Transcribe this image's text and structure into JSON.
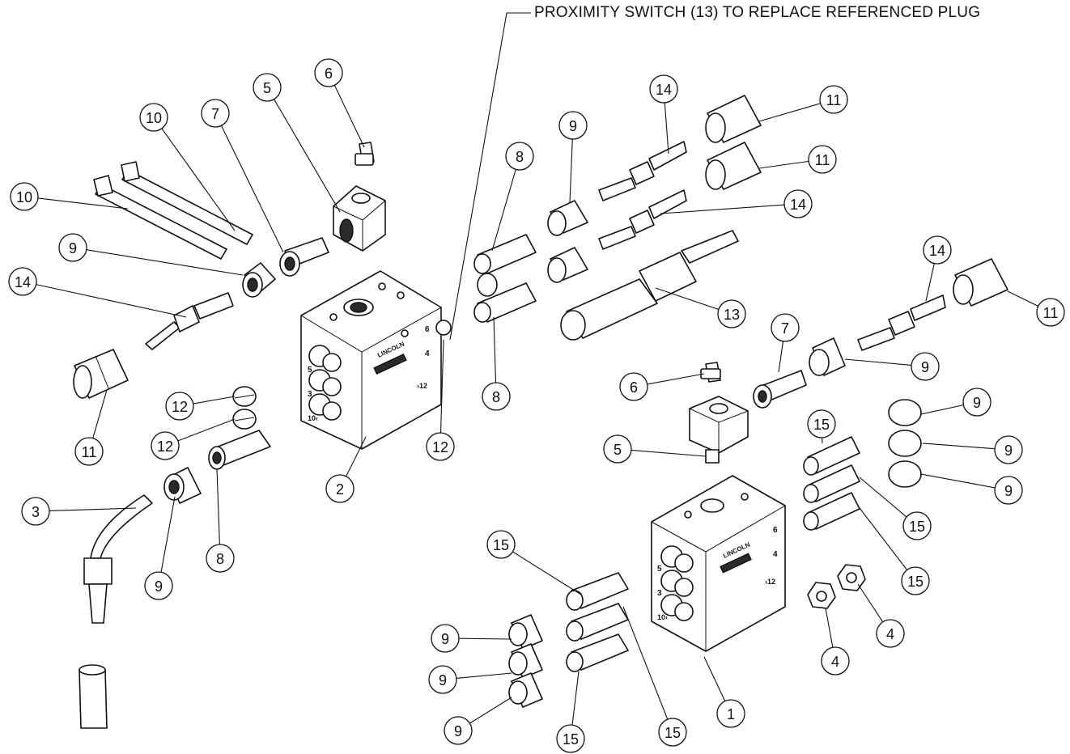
{
  "note": {
    "text": "PROXIMITY SWITCH (13) TO REPLACE REFERENCED PLUG"
  },
  "block": {
    "brand": "LINCOLN",
    "ports": [
      "5",
      "3",
      "10‹",
      "6",
      "4",
      "›12"
    ]
  },
  "balloons": [
    "10",
    "10",
    "7",
    "5",
    "6",
    "9",
    "14",
    "11",
    "12",
    "12",
    "3",
    "9",
    "8",
    "2",
    "12",
    "8",
    "8",
    "9",
    "14",
    "11",
    "11",
    "14",
    "13",
    "14",
    "11",
    "7",
    "9",
    "6",
    "5",
    "15",
    "9",
    "9",
    "9",
    "15",
    "15",
    "15",
    "9",
    "9",
    "9",
    "15",
    "15",
    "1",
    "4",
    "4"
  ]
}
